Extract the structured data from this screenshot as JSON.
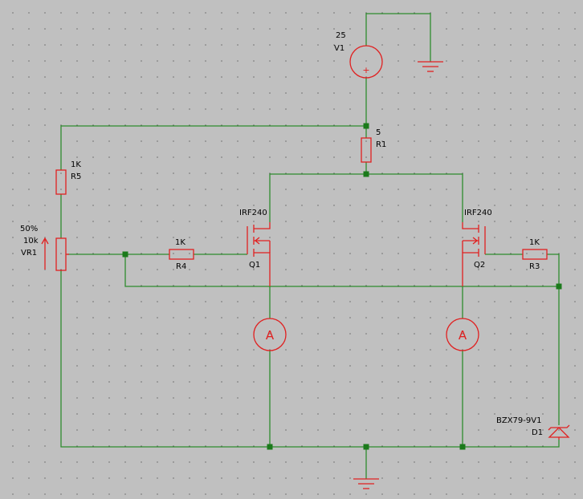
{
  "colors": {
    "background": "#c0c0c0",
    "grid_dot": "#2b2b2b",
    "wire": "#2e8b2e",
    "component": "#e02020",
    "junction": "#1b7a1b",
    "text": "#000000"
  },
  "components": {
    "v1": {
      "value": "25",
      "ref": "V1",
      "symbol": "+"
    },
    "r1": {
      "value": "5",
      "ref": "R1"
    },
    "r5": {
      "value": "1K",
      "ref": "R5"
    },
    "vr1": {
      "percent": "50%",
      "value": "10k",
      "ref": "VR1"
    },
    "r4": {
      "value": "1K",
      "ref": "R4"
    },
    "r3": {
      "value": "1K",
      "ref": "R3"
    },
    "q1": {
      "part": "IRF240",
      "ref": "Q1"
    },
    "q2": {
      "part": "IRF240",
      "ref": "Q2"
    },
    "ammeter_left": {
      "symbol": "A"
    },
    "ammeter_right": {
      "symbol": "A"
    },
    "d1": {
      "part": "BZX79-9V1",
      "ref": "D1"
    }
  }
}
